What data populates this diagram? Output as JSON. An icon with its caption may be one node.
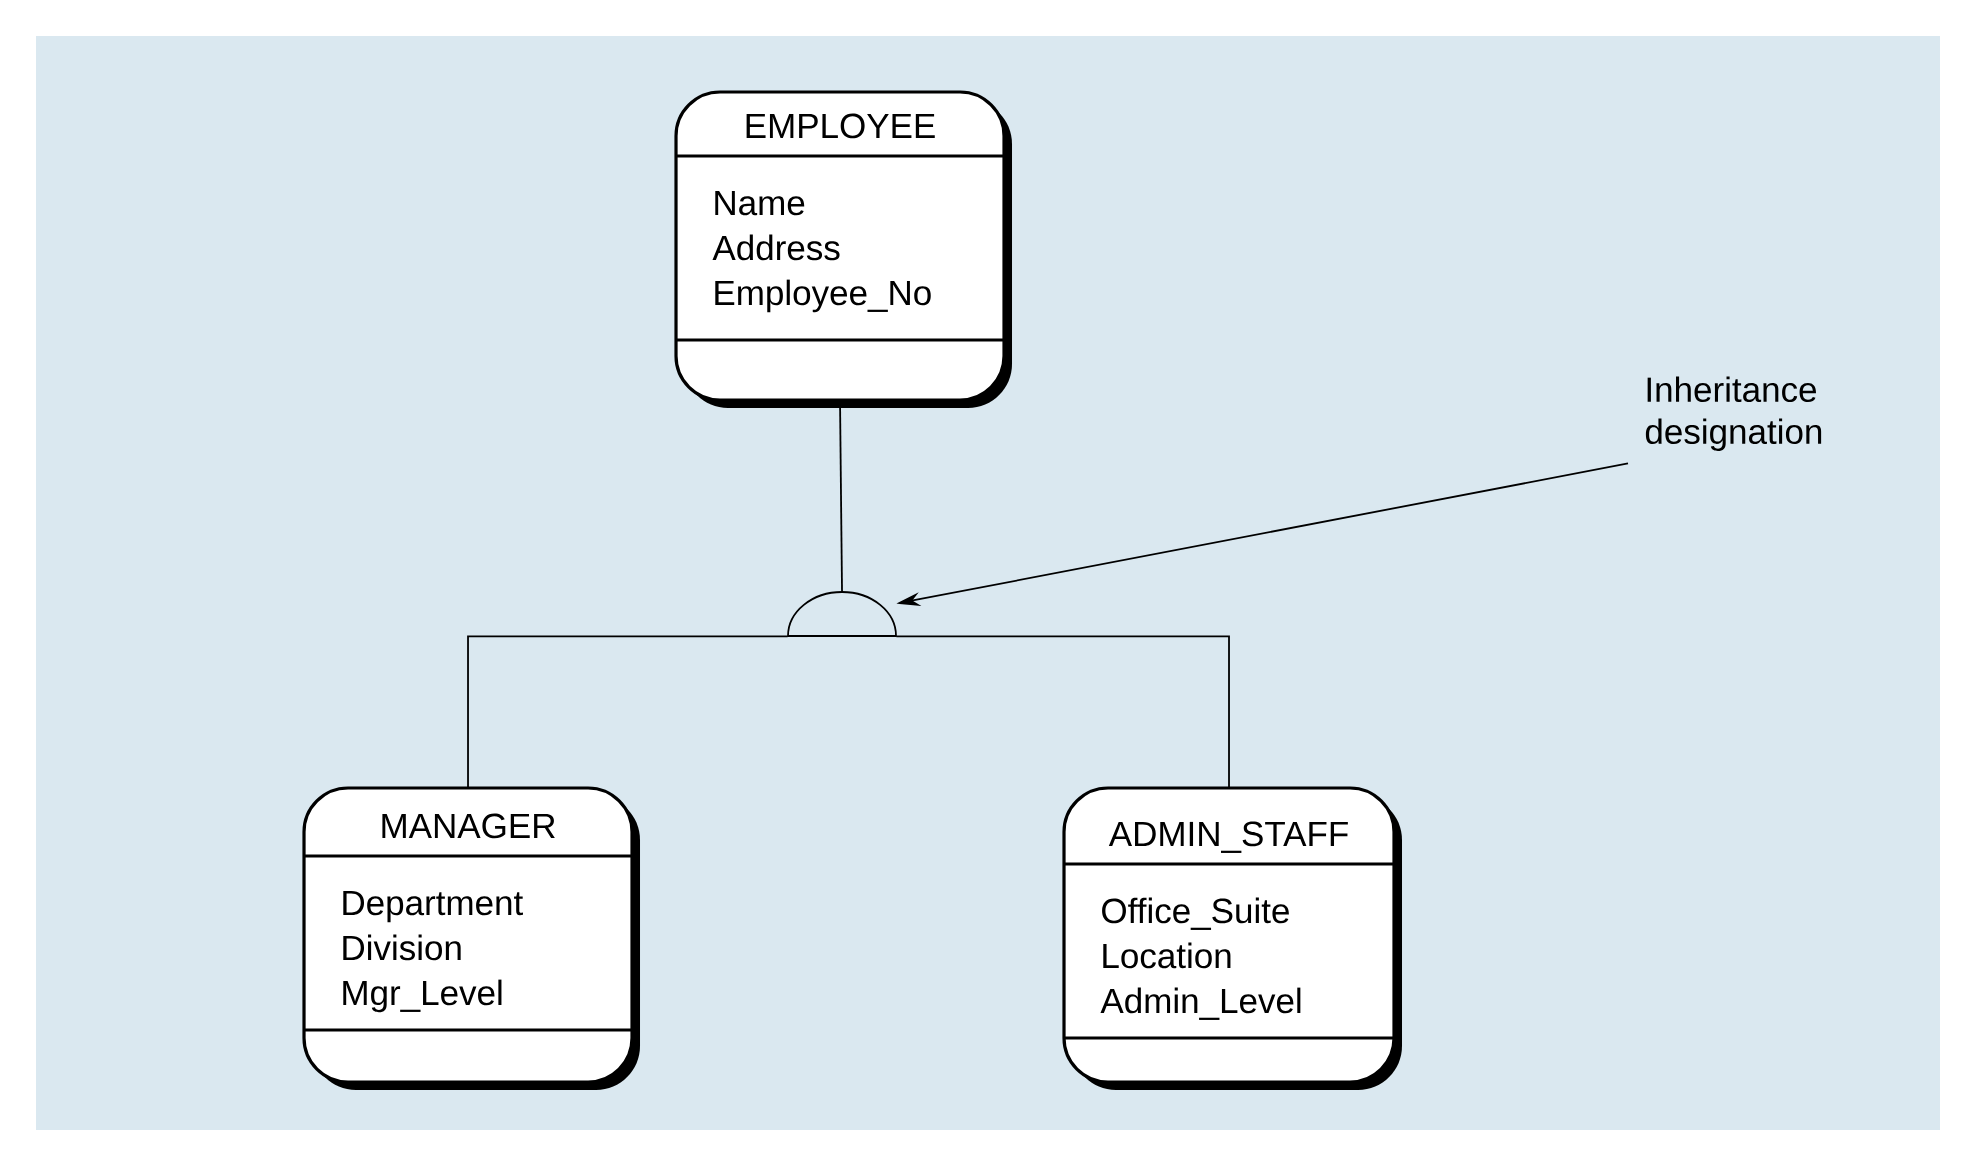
{
  "diagram": {
    "nodes": [
      {
        "text": [
          "EMPLOYEE",
          "Name",
          "Address",
          "Employee_No"
        ]
      },
      {
        "text": [
          "MANAGER",
          "Department",
          "Division",
          "Mgr_Level"
        ]
      },
      {
        "text": [
          "ADMIN_STAFF",
          "Office_Suite",
          "Location",
          "Admin_Level"
        ]
      },
      {
        "text": [],
        "shape": "semicircle"
      },
      {
        "text": [
          "Inheritance designation"
        ]
      }
    ],
    "edges": [
      {
        "from": 0,
        "to": 3,
        "arrow": "none"
      },
      {
        "from": 3,
        "to": 1,
        "arrow": "none"
      },
      {
        "from": 3,
        "to": 2,
        "arrow": "none"
      },
      {
        "from": 4,
        "to": 3,
        "arrow": "to"
      }
    ]
  }
}
